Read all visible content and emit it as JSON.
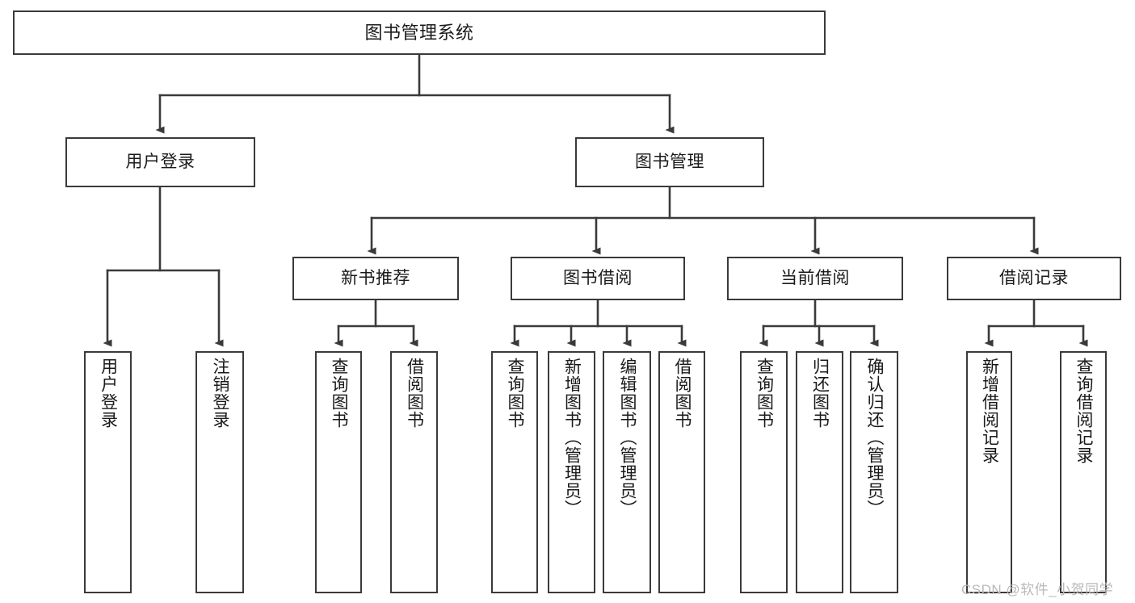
{
  "diagram": {
    "title": "图书管理系统",
    "type": "tree",
    "stroke_color": "#3a3a3a",
    "background_color": "#ffffff",
    "text_color": "#1a1a1a"
  },
  "nodes": {
    "root": {
      "label": "图书管理系统"
    },
    "level2": [
      {
        "label": "用户登录"
      },
      {
        "label": "图书管理"
      }
    ],
    "level3": [
      {
        "label": "新书推荐"
      },
      {
        "label": "图书借阅"
      },
      {
        "label": "当前借阅"
      },
      {
        "label": "借阅记录"
      }
    ],
    "leaves_user_login": [
      {
        "label": "用户登录"
      },
      {
        "label": "注销登录"
      }
    ],
    "leaves_new_book": [
      {
        "label": "查询图书"
      },
      {
        "label": "借阅图书"
      }
    ],
    "leaves_borrow": [
      {
        "label": "查询图书"
      },
      {
        "label": "新增图书（管理员）"
      },
      {
        "label": "编辑图书（管理员）"
      },
      {
        "label": "借阅图书"
      }
    ],
    "leaves_current": [
      {
        "label": "查询图书"
      },
      {
        "label": "归还图书"
      },
      {
        "label": "确认归还（管理员）"
      }
    ],
    "leaves_record": [
      {
        "label": "新增借阅记录"
      },
      {
        "label": "查询借阅记录"
      }
    ]
  },
  "watermark": {
    "text": "CSDN @软件_小贺同学"
  }
}
